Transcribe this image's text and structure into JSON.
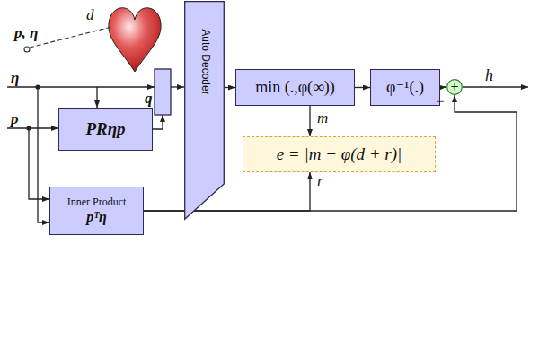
{
  "diagram": {
    "nodes": [
      {
        "text": [
          "PRηp"
        ]
      },
      {
        "text": [
          "Auto Decoder"
        ]
      },
      {
        "text": [
          "min (.,φ(∞))"
        ]
      },
      {
        "text": [
          "φ⁻¹(.)"
        ]
      },
      {
        "text": [
          "+"
        ]
      },
      {
        "text": [
          "e = |m − φ(d + r)|"
        ]
      },
      {
        "text": [
          "Inner Product",
          "pᵀη"
        ]
      }
    ],
    "edges": [
      {
        "from": 1,
        "to": 2,
        "arrow": "to"
      },
      {
        "from": 2,
        "to": 3,
        "arrow": "to"
      },
      {
        "from": 3,
        "to": 4,
        "arrow": "to"
      },
      {
        "from": 2,
        "to": 5,
        "arrow": "to",
        "label": "m"
      },
      {
        "from": 6,
        "to": 5,
        "arrow": "to",
        "label": "r"
      },
      {
        "from": 6,
        "to": 4,
        "arrow": "to"
      }
    ],
    "labels": [
      "p, η",
      "d",
      "η",
      "p",
      "q",
      "−",
      "h"
    ]
  }
}
